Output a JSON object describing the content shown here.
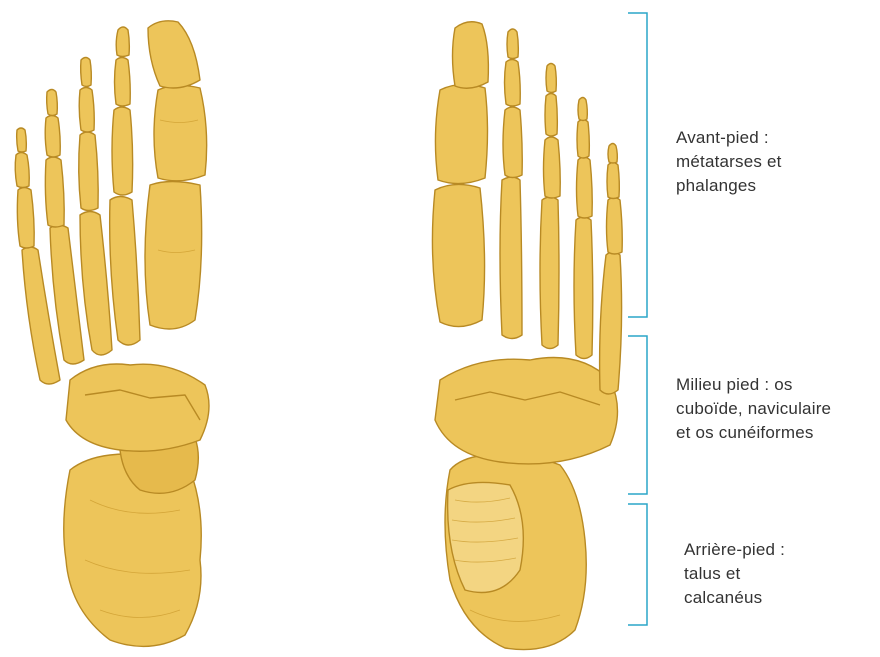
{
  "regions": [
    {
      "id": "forefoot",
      "lines": [
        "Avant-pied :",
        "métatarses et",
        "phalanges"
      ]
    },
    {
      "id": "midfoot",
      "lines": [
        "Milieu pied : os",
        "cuboïde, naviculaire",
        "et os cunéiformes"
      ]
    },
    {
      "id": "hindfoot",
      "lines": [
        "Arrière-pied :",
        "talus et",
        "calcanéus"
      ]
    }
  ],
  "colors": {
    "bone": "#EDC55A",
    "bone_shade": "#C9982A",
    "bone_line": "#B88A24",
    "bracket": "#2AA6C8",
    "text": "#333333"
  }
}
